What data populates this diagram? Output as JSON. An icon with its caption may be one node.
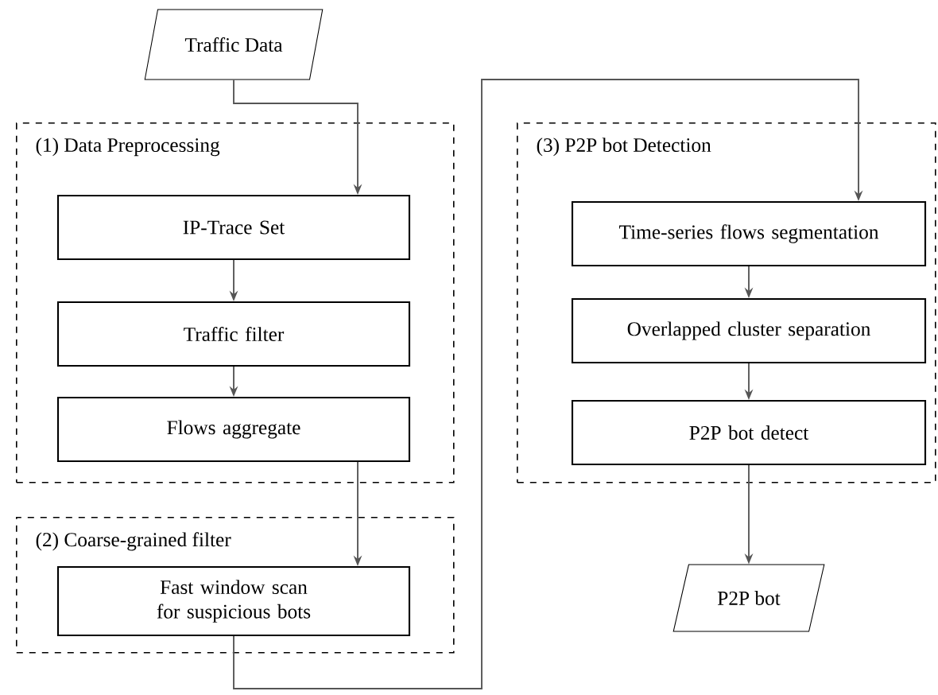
{
  "diagram": {
    "nodes": [
      {
        "text": [
          "Traffic Data"
        ]
      },
      {
        "text": [
          "(1) Data Preprocessing"
        ]
      },
      {
        "text": [
          "IP-Trace Set"
        ],
        "in": 1
      },
      {
        "text": [
          "Traffic filter"
        ],
        "in": 1
      },
      {
        "text": [
          "Flows aggregate"
        ],
        "in": 1
      },
      {
        "text": [
          "(2) Coarse-grained filter"
        ]
      },
      {
        "text": [
          "Fast window scan for suspicious bots"
        ],
        "in": 5
      },
      {
        "text": [
          "(3) P2P bot Detection"
        ]
      },
      {
        "text": [
          "Time-series flows segmentation"
        ],
        "in": 7
      },
      {
        "text": [
          "Overlapped cluster separation"
        ],
        "in": 7
      },
      {
        "text": [
          "P2P bot detect"
        ],
        "in": 7
      },
      {
        "text": [
          "P2P bot"
        ]
      }
    ],
    "edges": [
      {
        "from": 0,
        "to": 2,
        "arrow": "to"
      },
      {
        "from": 2,
        "to": 3,
        "arrow": "to"
      },
      {
        "from": 3,
        "to": 4,
        "arrow": "to"
      },
      {
        "from": 4,
        "to": 6,
        "arrow": "to"
      },
      {
        "from": 6,
        "to": 8,
        "arrow": "to"
      },
      {
        "from": 8,
        "to": 9,
        "arrow": "to"
      },
      {
        "from": 9,
        "to": 10,
        "arrow": "to"
      },
      {
        "from": 10,
        "to": 11,
        "arrow": "to"
      }
    ]
  }
}
